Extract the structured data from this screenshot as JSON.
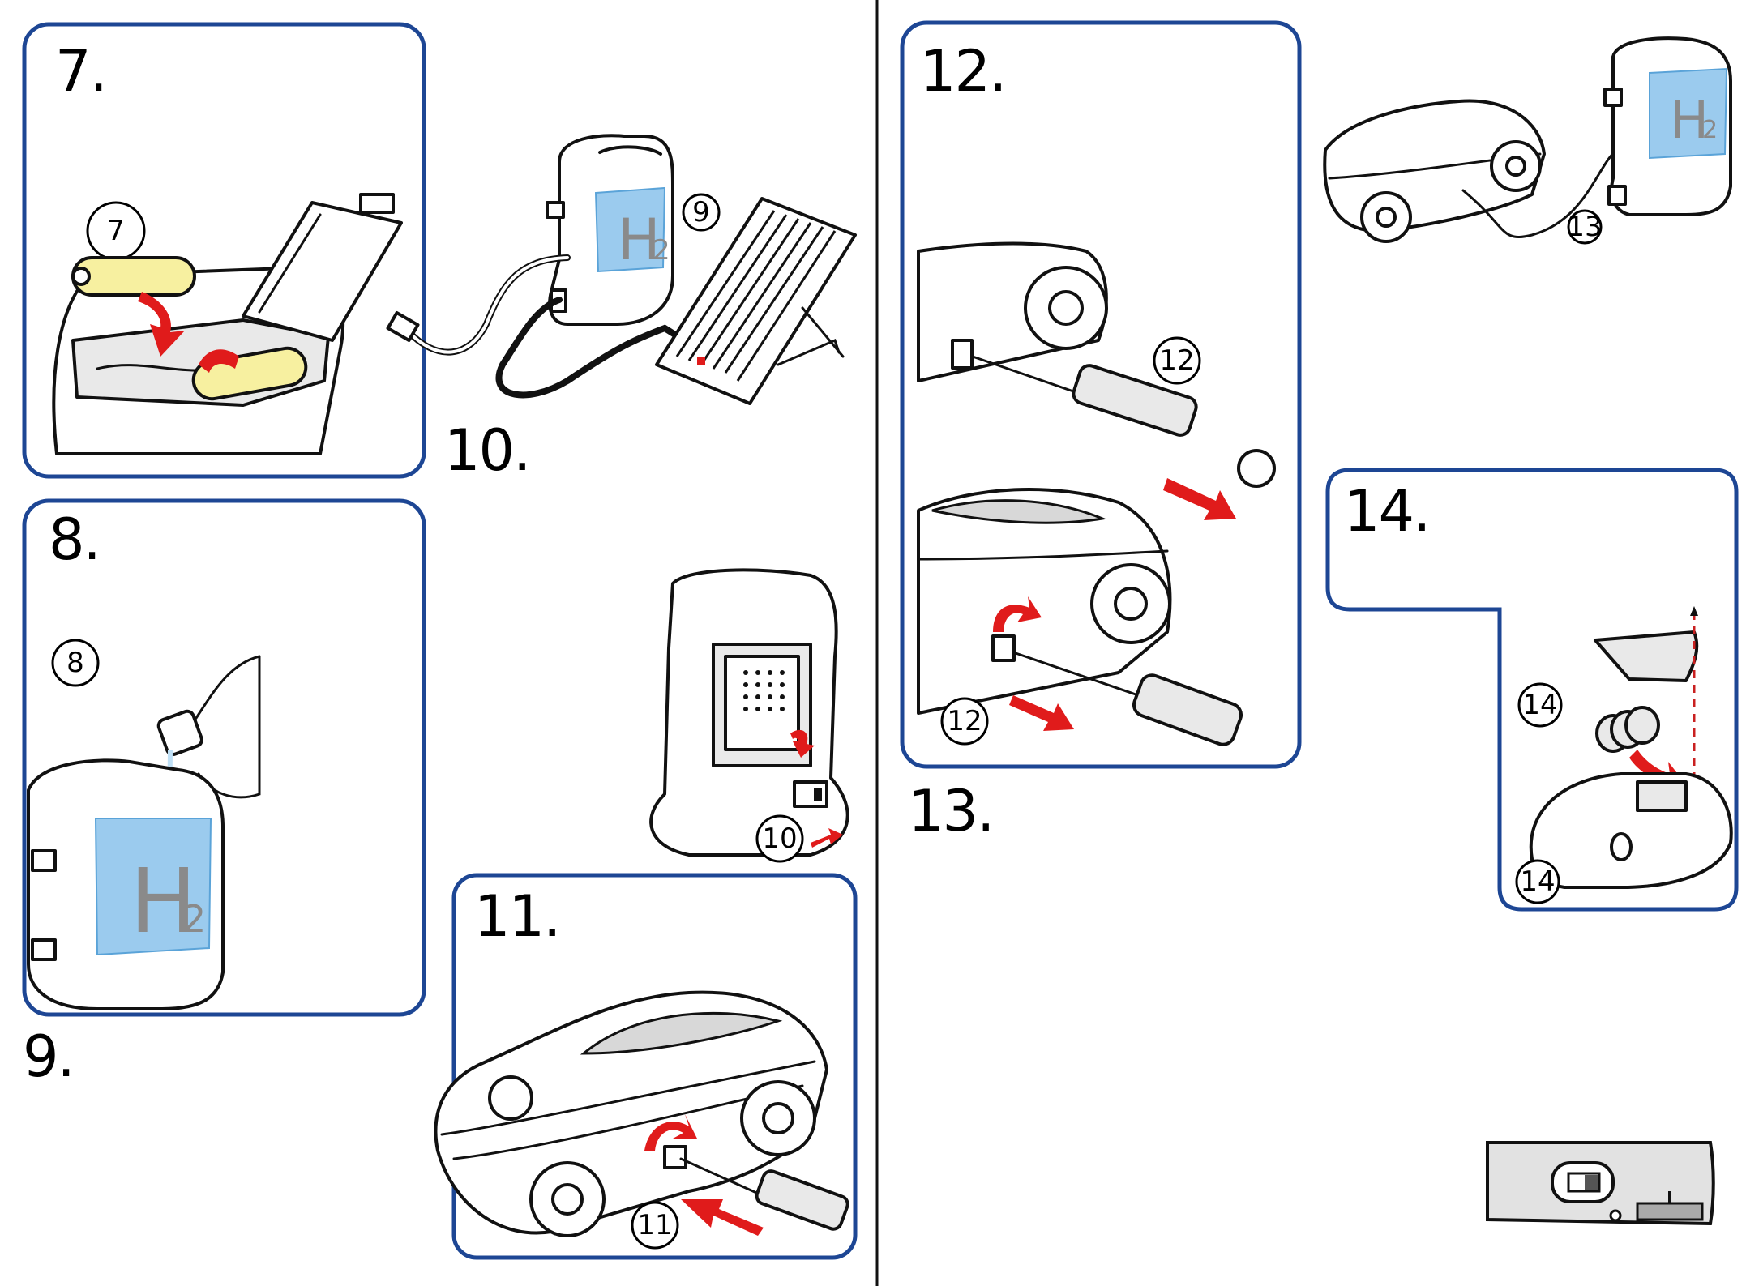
{
  "steps": {
    "s7": "7.",
    "s8": "8.",
    "s9": "9.",
    "s10": "10.",
    "s11": "11.",
    "s12": "12.",
    "s13": "13.",
    "s14": "14."
  },
  "badges": {
    "b7": "7",
    "b8": "8",
    "b9": "9",
    "b10": "10",
    "b11": "11",
    "b12a": "12",
    "b12b": "12",
    "b13": "13",
    "b14a": "14",
    "b14b": "14"
  },
  "labels": {
    "h2_big": "H",
    "h2_sub": "2"
  },
  "colors": {
    "panel_border": "#1d4694",
    "arrow": "#e01b1b",
    "water": "#9bcbee",
    "battery": "#f7f0a0"
  },
  "icons": [
    "battery-icon",
    "water-bottle-icon",
    "solar-panel-icon",
    "syringe-icon",
    "hydrogen-car-icon",
    "switch-icon",
    "coin-cell-icon"
  ]
}
